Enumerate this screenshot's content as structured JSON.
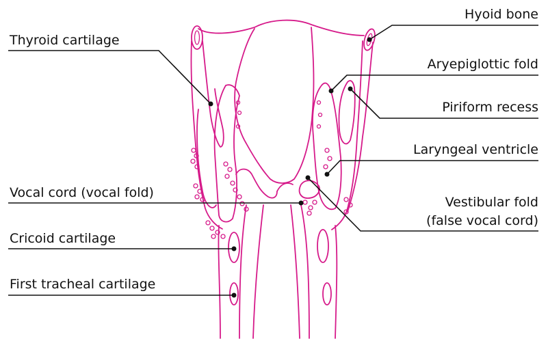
{
  "colors": {
    "anatomy_stroke": "#d61a8a",
    "leader_line": "#111111",
    "background": "#ffffff"
  },
  "labels": {
    "hyoid_bone": "Hyoid bone",
    "thyroid_cartilage": "Thyroid cartilage",
    "aryepiglottic_fold": "Aryepiglottic fold",
    "piriform_recess": "Piriform recess",
    "laryngeal_ventricle": "Laryngeal ventricle",
    "vocal_cord": "Vocal cord (vocal fold)",
    "vestibular_fold_line1": "Vestibular fold",
    "vestibular_fold_line2": "(false vocal cord)",
    "cricoid_cartilage": "Cricoid cartilage",
    "first_tracheal_cartilage": "First tracheal cartilage"
  }
}
